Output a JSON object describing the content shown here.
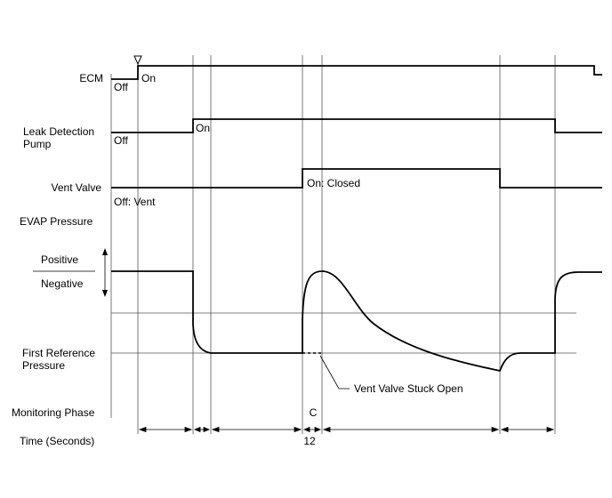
{
  "signals": {
    "ecm": {
      "label": "ECM",
      "low_state": "Off",
      "high_state": "On"
    },
    "leak_pump": {
      "label_line1": "Leak Detection",
      "label_line2": "Pump",
      "low_state": "Off",
      "high_state": "On"
    },
    "vent_valve": {
      "label": "Vent Valve",
      "low_state": "Off: Vent",
      "high_state": "On: Closed"
    },
    "evap": {
      "label": "EVAP Pressure",
      "positive": "Positive",
      "negative": "Negative",
      "first_ref_line1": "First Reference",
      "first_ref_line2": "Pressure",
      "annotation": "Vent Valve Stuck Open"
    }
  },
  "monitoring": {
    "label": "Monitoring Phase",
    "phase": "C"
  },
  "time": {
    "label": "Time (Seconds)",
    "value": "12"
  }
}
